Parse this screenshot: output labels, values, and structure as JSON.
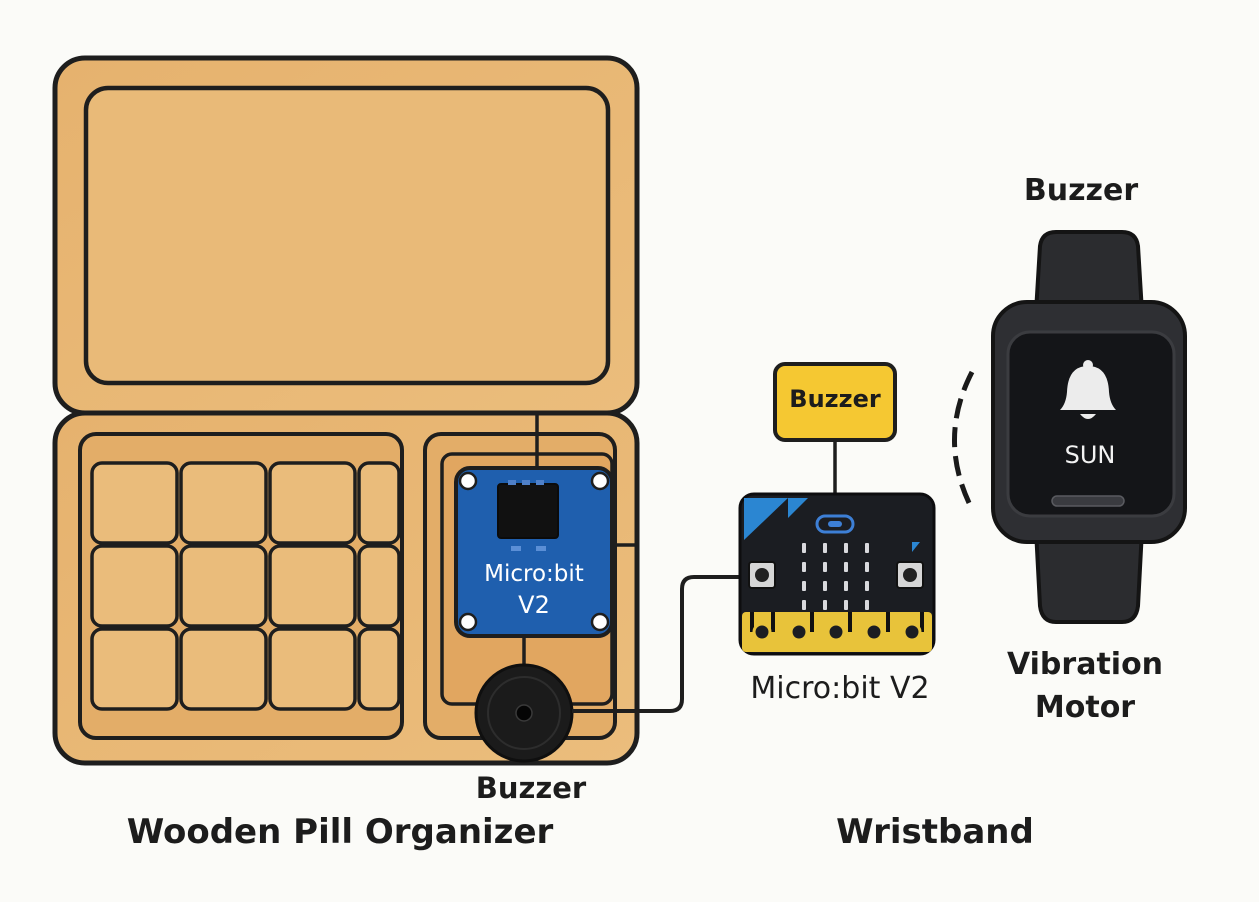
{
  "organizer": {
    "title": "Wooden Pill Organizer",
    "module_label_line1": "Micro:bit",
    "module_label_line2": "V2",
    "buzzer_label": "Buzzer"
  },
  "controller": {
    "label": "Micro:bit V2",
    "buzzer_tag": "Buzzer"
  },
  "wristband": {
    "title": "Wristband",
    "buzzer_label": "Buzzer",
    "screen_day": "SUN",
    "screen_icon": "bell-icon",
    "motor_label_line1": "Vibration",
    "motor_label_line2": "Motor"
  },
  "colors": {
    "wood": "#e8b673",
    "wood_outline": "#1e1e1e",
    "microbit_blue": "#1f5fae",
    "buzzer_yellow": "#f5c832",
    "board_black": "#1b1d22",
    "board_gold": "#e8c33a",
    "watch_body": "#2c2d30",
    "background": "#fbfbf8"
  }
}
